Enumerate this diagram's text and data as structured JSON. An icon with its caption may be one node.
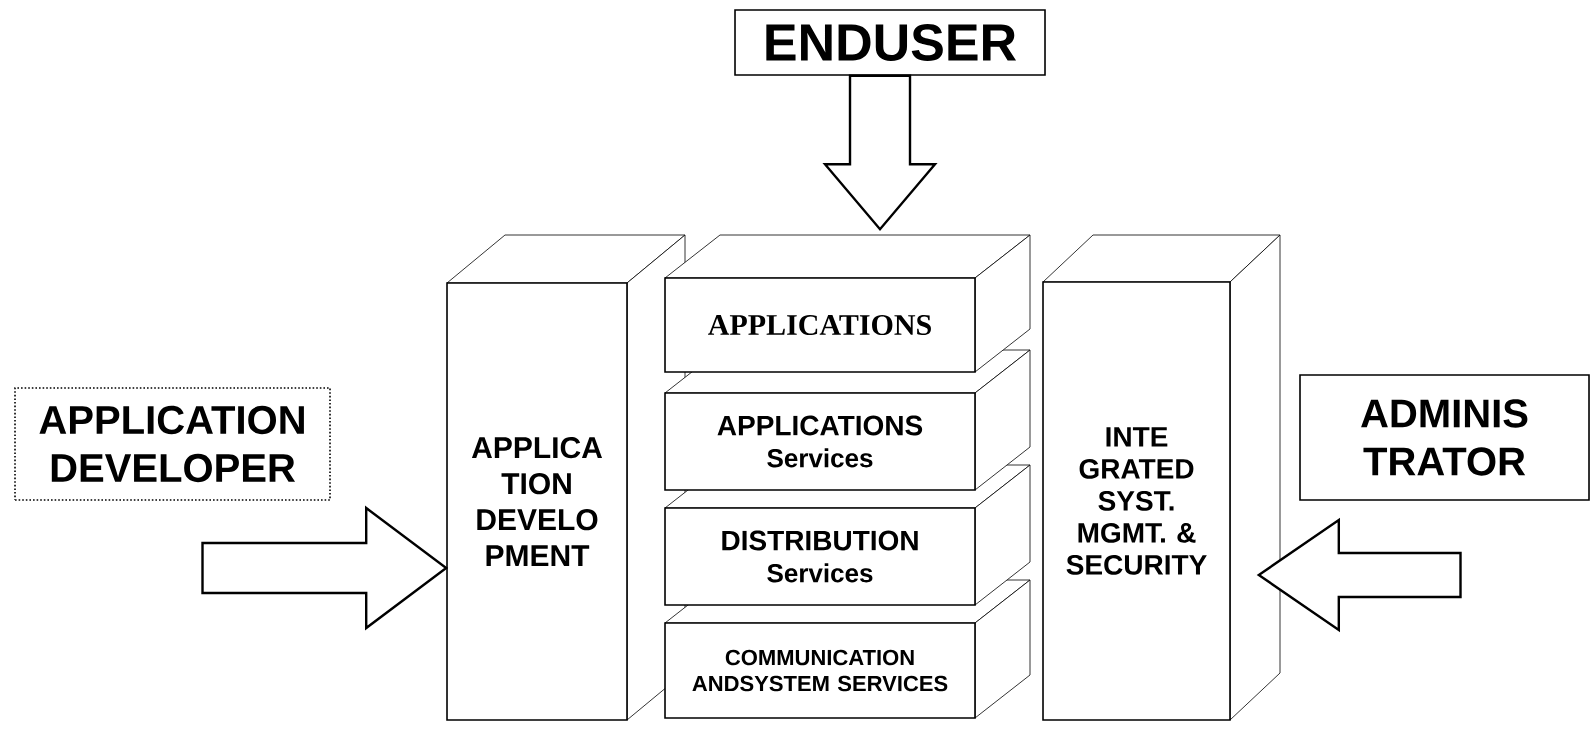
{
  "diagram": {
    "nodes": [
      {
        "text": [
          "ENDUSER"
        ]
      },
      {
        "text": [
          "APPLICATION DEVELOPER"
        ]
      },
      {
        "text": [
          "APPLICA TION DEVELO PMENT"
        ]
      },
      {
        "text": [
          "APPLICATIONS"
        ]
      },
      {
        "text": [
          "APPLICATIONS",
          "Services"
        ]
      },
      {
        "text": [
          "DISTRIBUTION",
          "Services"
        ]
      },
      {
        "text": [
          "COMMUNICATION ANDSYSTEM SERVICES"
        ]
      },
      {
        "text": [
          "INTE GRATED SYST. MGMT. & SECURITY"
        ]
      },
      {
        "text": [
          "ADMINIS TRATOR"
        ]
      }
    ],
    "edges": [
      {
        "from": 0,
        "to": 3,
        "arrow": "to"
      },
      {
        "from": 1,
        "to": 2,
        "arrow": "to"
      },
      {
        "from": 8,
        "to": 7,
        "arrow": "to"
      }
    ]
  }
}
